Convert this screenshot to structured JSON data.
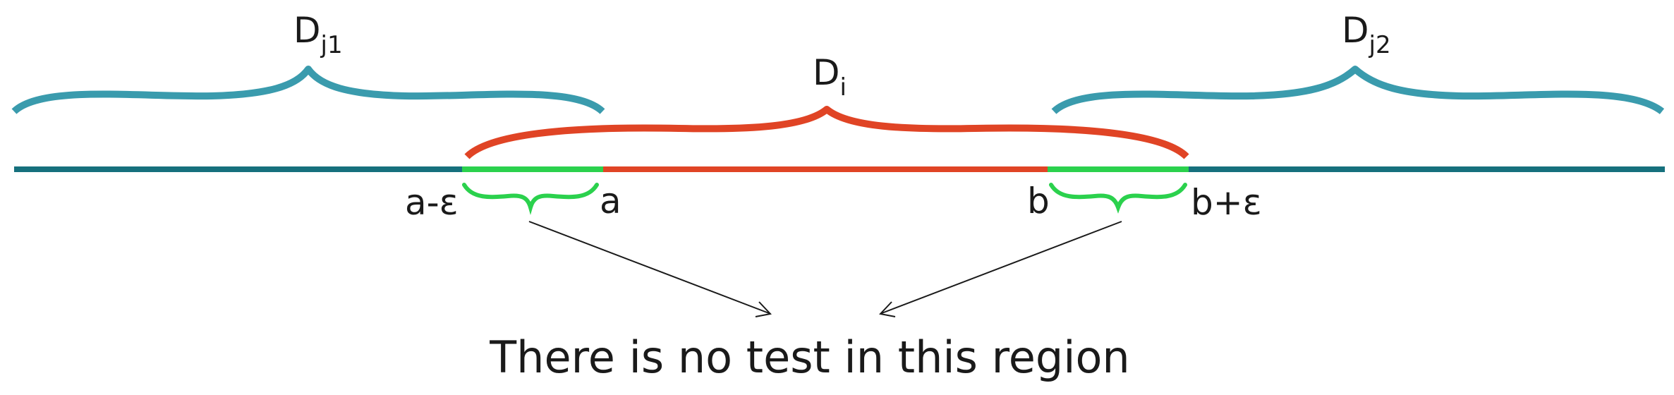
{
  "colors": {
    "axis": "#16707d",
    "domain_j": "#3a9bad",
    "domain_i": "#e04425",
    "epsilon": "#2bd14d",
    "arrow": "#1a1a1a",
    "text": "#1a1a1a"
  },
  "labels": {
    "dj1": {
      "base": "D",
      "sub": "j1"
    },
    "di": {
      "base": "D",
      "sub": "i"
    },
    "dj2": {
      "base": "D",
      "sub": "j2"
    },
    "a_minus_eps": "a-ε",
    "a": "a",
    "b": "b",
    "b_plus_eps": "b+ε",
    "note": "There is no test in this region"
  }
}
